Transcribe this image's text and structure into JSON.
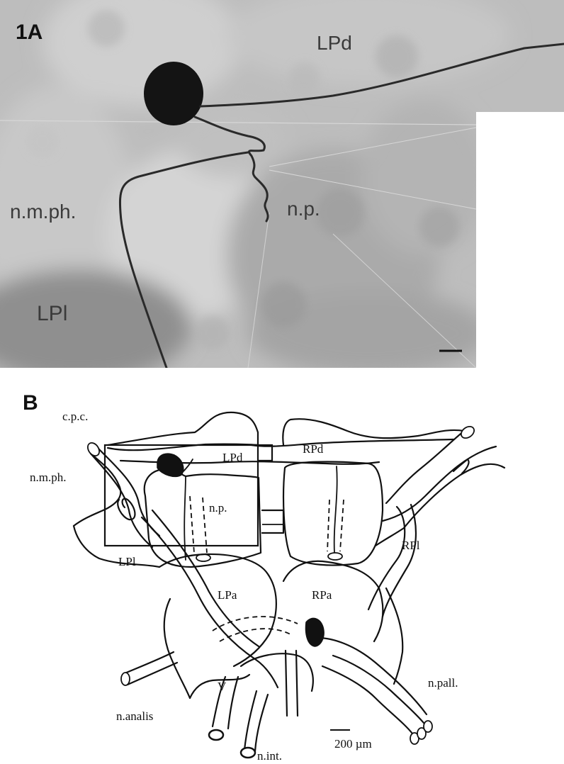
{
  "panel_a": {
    "panel_label": "1A",
    "labels": {
      "lpd": "LPd",
      "nmph": "n.m.ph.",
      "np": "n.p.",
      "lpl": "LPl"
    }
  },
  "panel_b": {
    "panel_label": "B",
    "labels": {
      "cpc": "c.p.c.",
      "nmph": "n.m.ph.",
      "lpd": "LPd",
      "rpd": "RPd",
      "np": "n.p.",
      "lpl": "LPl",
      "rpl": "RPl",
      "lpa": "LPa",
      "rpa": "RPa",
      "v": "V",
      "nanalis": "n.analis",
      "nint": "n.int.",
      "npall": "n.pall."
    },
    "scale_bar": "200 µm"
  }
}
